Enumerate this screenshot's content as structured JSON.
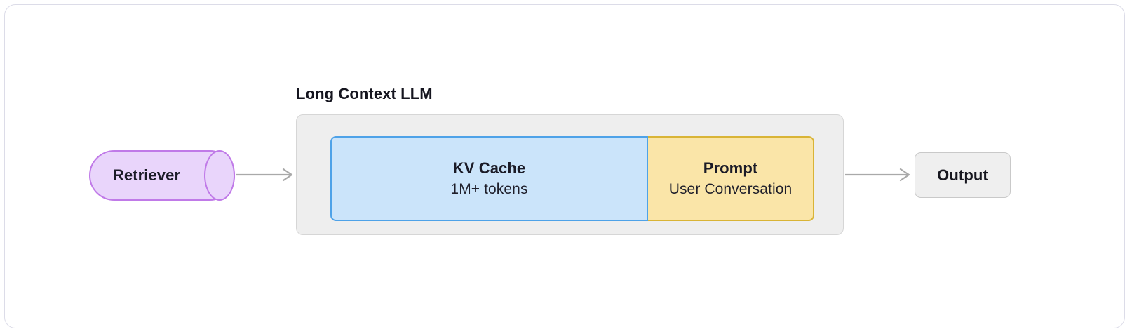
{
  "diagram": {
    "title_visible": false,
    "nodes": {
      "retriever": {
        "label": "Retriever",
        "shape": "cylinder",
        "fill": "#e9d5fb",
        "stroke": "#c07ae8"
      },
      "llm_group": {
        "label": "Long Context LLM",
        "fill": "#eeeeee",
        "stroke": "#d6d6d6"
      },
      "kv_cache": {
        "title": "KV Cache",
        "subtitle": "1M+ tokens",
        "fill": "#cbe4fa",
        "stroke": "#4ea2e8"
      },
      "prompt": {
        "title": "Prompt",
        "subtitle": "User Conversation",
        "fill": "#fae5a8",
        "stroke": "#d9b436"
      },
      "output": {
        "label": "Output",
        "fill": "#efefef",
        "stroke": "#c9c9c9"
      }
    },
    "edges": [
      {
        "name": "retriever-to-llm",
        "from": "retriever",
        "to": "llm_group",
        "style": "arrow",
        "color": "#a9a9a9"
      },
      {
        "name": "llm-to-output",
        "from": "llm_group",
        "to": "output",
        "style": "arrow",
        "color": "#a9a9a9"
      }
    ],
    "frame": {
      "border_color": "#dcdce8",
      "background": "#ffffff"
    }
  }
}
